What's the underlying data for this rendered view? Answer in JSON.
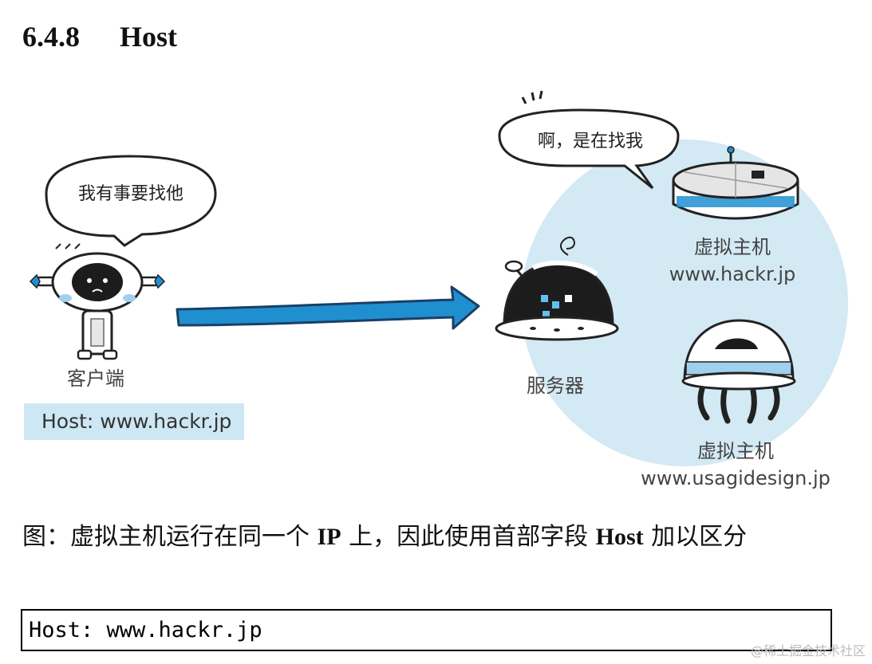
{
  "heading": {
    "number": "6.4.8",
    "title": "Host"
  },
  "figure": {
    "client": {
      "speech": "我有事要找他",
      "label": "客户端",
      "host_header": "Host: www.hackr.jp"
    },
    "server": {
      "speech": "啊，是在找我",
      "label": "服务器"
    },
    "virtual_hosts": [
      {
        "label": "虚拟主机",
        "domain": "www.hackr.jp"
      },
      {
        "label": "虚拟主机",
        "domain": "www.usagidesign.jp"
      }
    ],
    "colors": {
      "circle": "#d3e9f4",
      "arrow": "#1f8fd0",
      "host_bar": "#cde7f4"
    }
  },
  "caption": {
    "part1": "图：虚拟主机运行在同一个 ",
    "ip": "IP",
    "part2": " 上，因此使用首部字段 ",
    "host": "Host",
    "part3": " 加以区分"
  },
  "code": "Host: www.hackr.jp",
  "watermark": "@稀土掘金技术社区"
}
